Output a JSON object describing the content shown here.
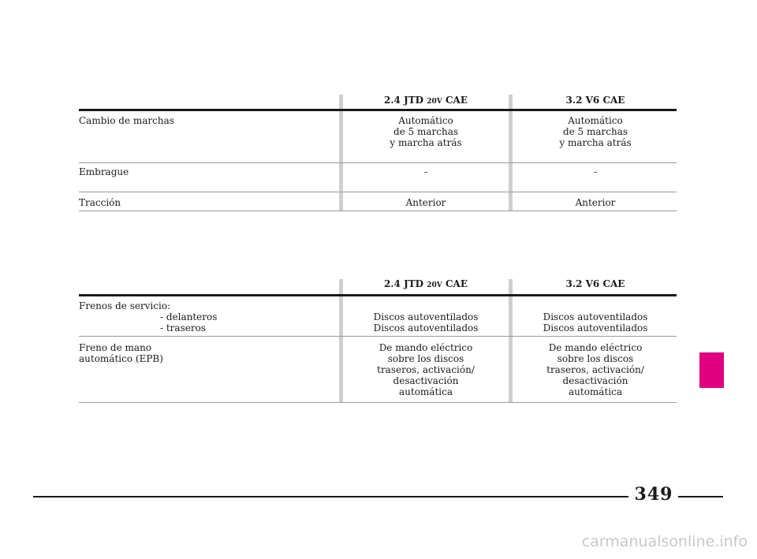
{
  "table1": {
    "header": {
      "col1": {
        "main": "2.4 JTD ",
        "small": "20V",
        "tail": " CAE"
      },
      "col2": "3.2 V6 CAE"
    },
    "rows": [
      {
        "label": "Cambio de marchas",
        "col1": "Automático\nde 5 marchas\ny marcha atrás",
        "col2": "Automático\nde 5 marchas\ny marcha atrás"
      },
      {
        "label": "Embrague",
        "col1": "-",
        "col2": "-"
      },
      {
        "label": "Tracción",
        "col1": "Anterior",
        "col2": "Anterior"
      }
    ]
  },
  "table2": {
    "header": {
      "col1": {
        "main": "2.4 JTD ",
        "small": "20V",
        "tail": " CAE"
      },
      "col2": "3.2 V6 CAE"
    },
    "rows": [
      {
        "label": "Frenos de servicio:\n                           - delanteros\n                           - traseros",
        "col1": "\nDiscos autoventilados\nDiscos autoventilados",
        "col2": "\nDiscos autoventilados\nDiscos autoventilados"
      },
      {
        "label": "Freno de mano\nautomático (EPB)",
        "col1": "De mando eléctrico\nsobre los discos\ntraseros, activación/\ndesactivación\nautomática",
        "col2": "De mando eléctrico\nsobre los discos\ntraseros, activación/\ndesactivación\nautomática"
      }
    ]
  },
  "page_number": "349",
  "watermark": "carmanualsonline.info",
  "colors": {
    "accent_tab": "#e0007f",
    "column_bar": "#cfcfcf"
  }
}
